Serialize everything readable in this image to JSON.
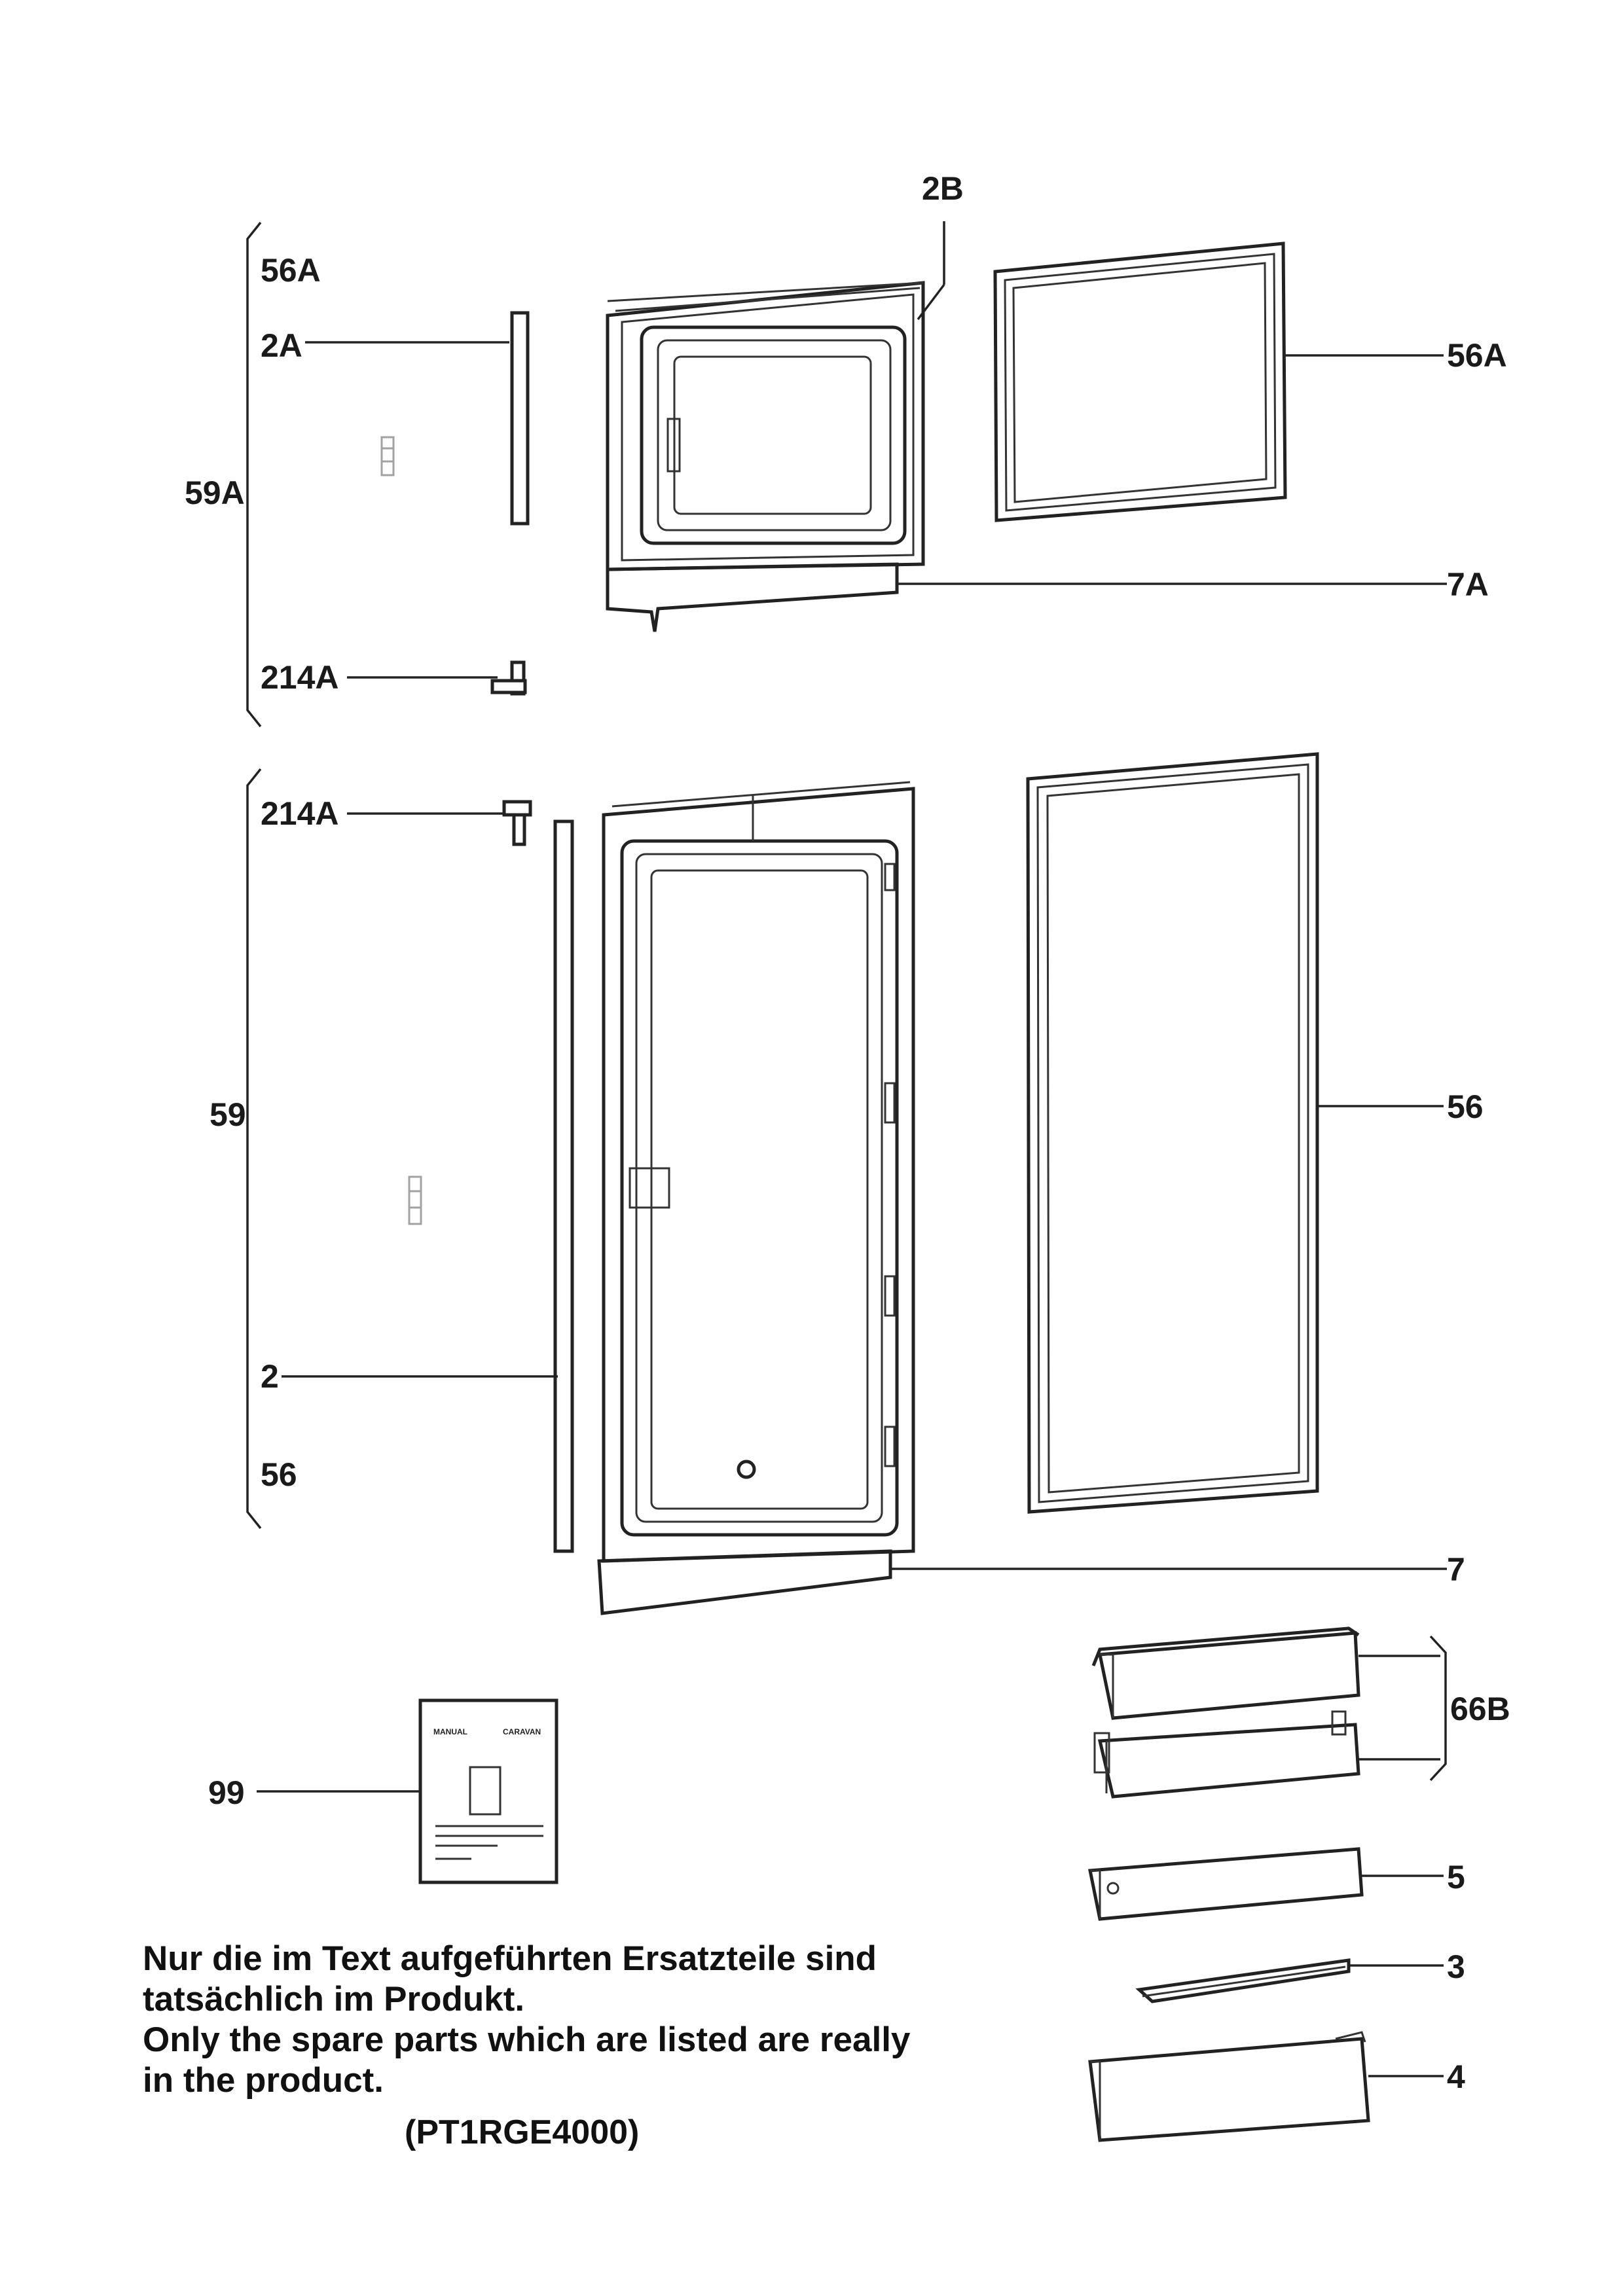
{
  "labels": {
    "l_2B": "2B",
    "l_56A_top": "56A",
    "l_2A": "2A",
    "l_56A_right": "56A",
    "l_59A": "59A",
    "l_7A": "7A",
    "l_214A_top": "214A",
    "l_214A_bottom": "214A",
    "l_59": "59",
    "l_56_right": "56",
    "l_2": "2",
    "l_56_left": "56",
    "l_7": "7",
    "l_66B": "66B",
    "l_99": "99",
    "l_5": "5",
    "l_3": "3",
    "l_4": "4"
  },
  "manual": {
    "left_caption": "MANUAL",
    "right_caption": "CARAVAN"
  },
  "notes": {
    "de_line1": "Nur die im Text aufgeführten Ersatzteile sind",
    "de_line2": "tatsächlich im Produkt.",
    "en_line1": "Only the spare parts which are listed are really",
    "en_line2": "in the product."
  },
  "model_code": "(PT1RGE4000)"
}
